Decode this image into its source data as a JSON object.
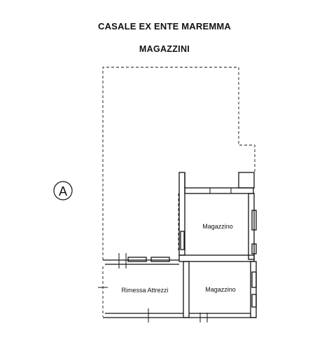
{
  "header": {
    "title": "CASALE EX ENTE MAREMMA",
    "subtitle": "MAGAZZINI"
  },
  "marker": {
    "letter": "A"
  },
  "rooms": [
    {
      "id": "magazzino-upper",
      "label": "Magazzino"
    },
    {
      "id": "rimessa",
      "label": "Rimessa Attrezzi"
    },
    {
      "id": "magazzino-lower",
      "label": "Magazzino"
    }
  ],
  "colors": {
    "ink": "#111111",
    "paper": "#ffffff"
  }
}
